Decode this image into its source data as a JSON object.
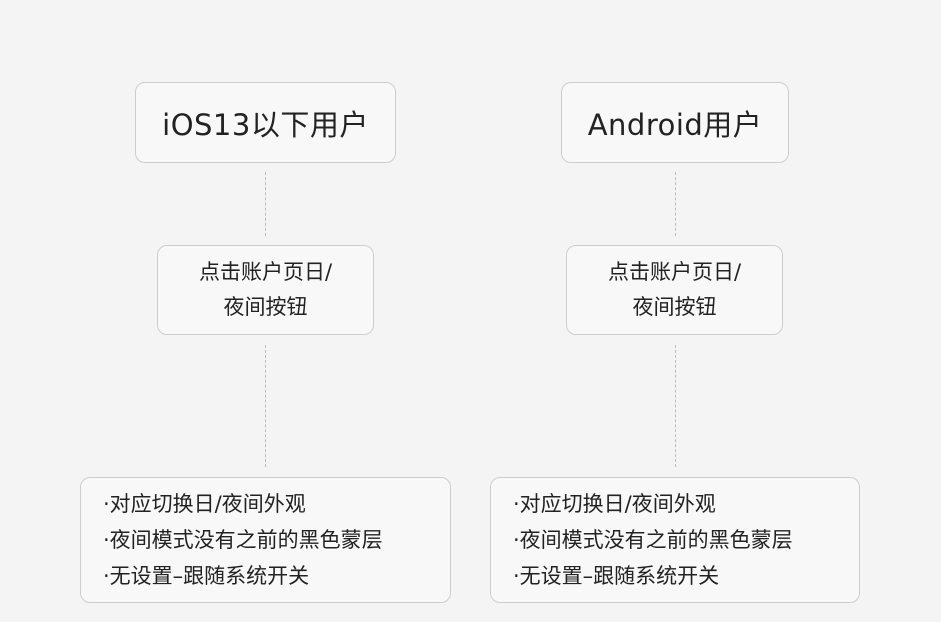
{
  "columns": [
    {
      "title": "iOS13以下用户",
      "action": [
        "点击账户页日/",
        "夜间按钮"
      ],
      "notes": [
        "·对应切换日/夜间外观",
        "·夜间模式没有之前的黑色蒙层",
        "·无设置–跟随系统开关"
      ]
    },
    {
      "title": "Android用户",
      "action": [
        "点击账户页日/",
        "夜间按钮"
      ],
      "notes": [
        "·对应切换日/夜间外观",
        "·夜间模式没有之前的黑色蒙层",
        "·无设置–跟随系统开关"
      ]
    }
  ],
  "colors": {
    "background": "#f4f4f4",
    "box_fill": "#f8f8f8",
    "box_border": "#cdcdcd",
    "connector": "#bdbdbd",
    "text": "#222222"
  }
}
